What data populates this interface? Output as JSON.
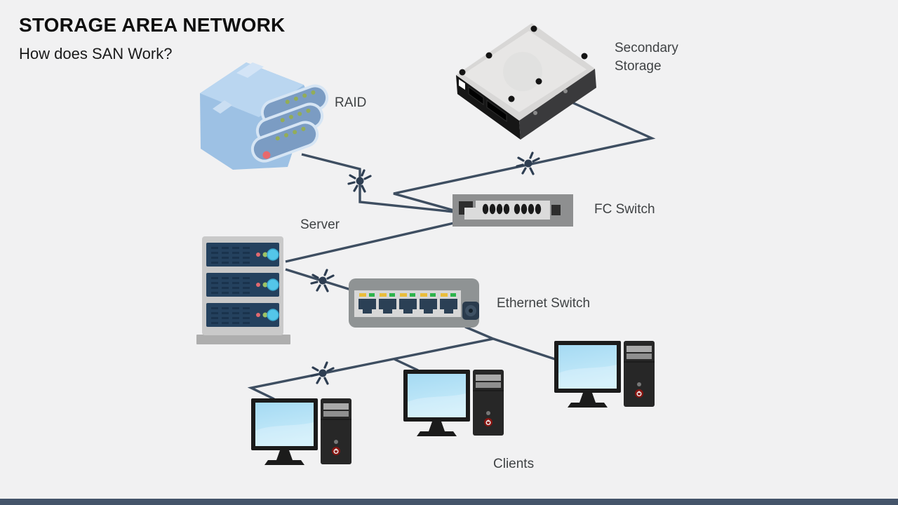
{
  "title": "STORAGE AREA NETWORK",
  "subtitle": "How does SAN Work?",
  "nodes": {
    "raid": {
      "label": "RAID"
    },
    "secondary_storage": {
      "label": "Secondary Storage"
    },
    "fc_switch": {
      "label": "FC Switch"
    },
    "server": {
      "label": "Server"
    },
    "ethernet_switch": {
      "label": "Ethernet Switch"
    },
    "clients": {
      "label": "Clients",
      "count": 3
    }
  },
  "connections": [
    {
      "from": "raid",
      "to": "fc_switch",
      "spark": true
    },
    {
      "from": "secondary_storage",
      "to": "fc_switch",
      "spark": true
    },
    {
      "from": "fc_switch",
      "to": "server",
      "spark": false
    },
    {
      "from": "server",
      "to": "ethernet_switch",
      "spark": true
    },
    {
      "from": "ethernet_switch",
      "to": "client_1",
      "spark": true
    },
    {
      "from": "ethernet_switch",
      "to": "client_2",
      "spark": false
    },
    {
      "from": "ethernet_switch",
      "to": "client_3",
      "spark": false
    }
  ],
  "colors": {
    "background": "#f1f1f2",
    "connection_line": "#3e4e61",
    "footer_bar": "#44546a",
    "title_text": "#0f0f0f",
    "label_text": "#3f4244",
    "raid_body": "#9dc1e4",
    "server_bay": "#24415e",
    "client_screen": "#a5daf3"
  }
}
